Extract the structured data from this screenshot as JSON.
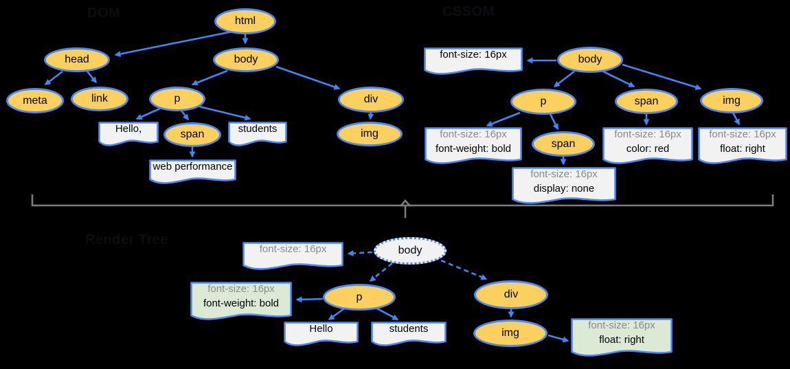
{
  "colors": {
    "node_fill": "#fcd05e",
    "node_border": "#4d8af0",
    "arrow": "#4285f4",
    "box_fill": "#f2f2f2",
    "box_green": "#dcead5",
    "gray_text": "#8a8a8a",
    "brace": "#7d7d7d",
    "render_body_fill": "#f2f2f4"
  },
  "dom_tree": {
    "label": "DOM",
    "nodes": {
      "html": "html",
      "head": "head",
      "body": "body",
      "meta": "meta",
      "link": "link",
      "p": "p",
      "div": "div",
      "span": "span",
      "img": "img"
    },
    "text_boxes": {
      "hello": "Hello,",
      "students": "students",
      "webperf": "web performance"
    }
  },
  "cssom_tree": {
    "label": "CSSOM",
    "nodes": {
      "body": "body",
      "p": "p",
      "span": "span",
      "img": "img",
      "span_child": "span"
    },
    "boxes": {
      "body_style": {
        "line1": "font-size: 16px"
      },
      "p_style": {
        "line1": "font-size: 16px",
        "line2": "font-weight: bold"
      },
      "span_style": {
        "line1": "font-size: 16px",
        "line2": "color: red"
      },
      "img_style": {
        "line1": "font-size: 16px",
        "line2": "float: right"
      },
      "span_child_style": {
        "line1": "font-size: 16px",
        "line2": "display: none"
      }
    }
  },
  "render_tree": {
    "label": "Render Tree",
    "nodes": {
      "body": "body",
      "p": "p",
      "div": "div",
      "img": "img"
    },
    "boxes": {
      "body_style": {
        "line1": "font-size: 16px"
      },
      "p_style": {
        "line1": "font-size: 16px",
        "line2": "font-weight: bold"
      },
      "img_style": {
        "line1": "font-size: 16px",
        "line2": "float: right"
      },
      "hello": "Hello",
      "students": "students"
    }
  }
}
